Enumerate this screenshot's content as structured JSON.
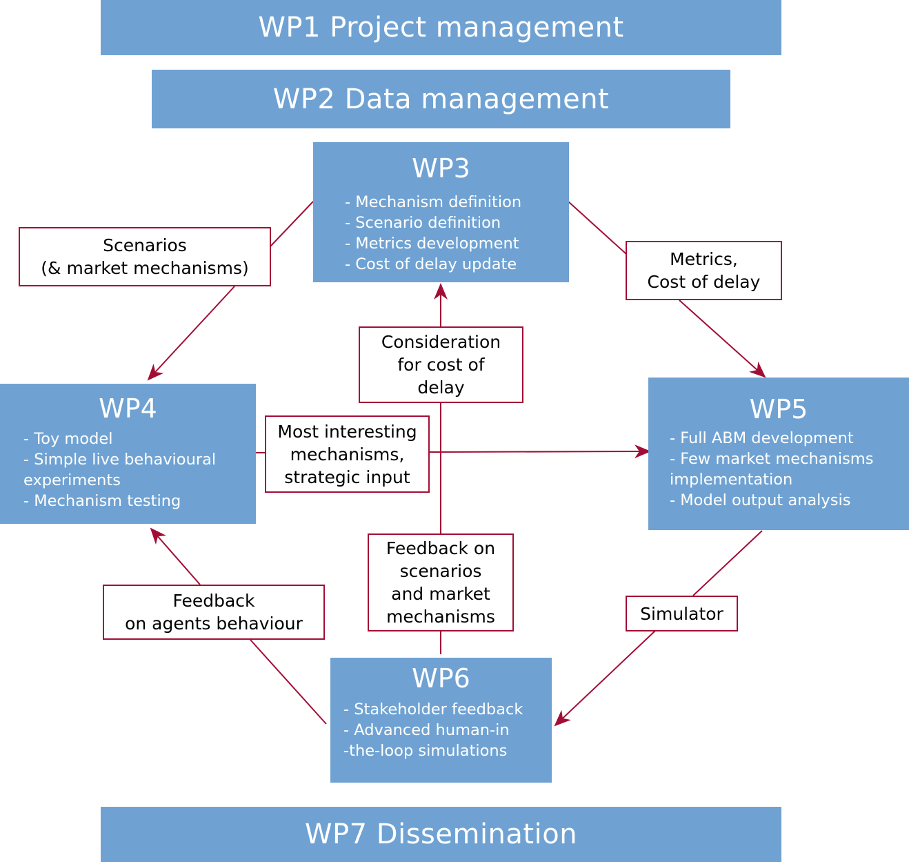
{
  "colors": {
    "box_fill": "#6fa2d2",
    "box_text": "#ffffff",
    "connector": "#a30d35",
    "label_text": "#000000"
  },
  "wp1": {
    "title": "WP1 Project management"
  },
  "wp2": {
    "title": "WP2 Data management"
  },
  "wp3": {
    "title": "WP3",
    "items": [
      "- Mechanism definition",
      "- Scenario definition",
      "- Metrics development",
      "- Cost of delay update"
    ]
  },
  "wp4": {
    "title": "WP4",
    "items": [
      "- Toy model",
      "- Simple live behavioural",
      "experiments",
      "- Mechanism testing"
    ]
  },
  "wp5": {
    "title": "WP5",
    "items": [
      "- Full ABM development",
      "- Few market mechanisms",
      "implementation",
      "- Model output analysis"
    ]
  },
  "wp6": {
    "title": "WP6",
    "items": [
      "- Stakeholder feedback",
      "- Advanced human-in",
      "-the-loop simulations"
    ]
  },
  "wp7": {
    "title": "WP7 Dissemination"
  },
  "labels": {
    "scenarios": [
      "Scenarios",
      "(& market mechanisms)"
    ],
    "metrics": [
      "Metrics,",
      "Cost of delay"
    ],
    "consideration": [
      "Consideration",
      "for cost of",
      "delay"
    ],
    "most_interesting": [
      "Most interesting",
      "mechanisms,",
      "strategic input"
    ],
    "feedback_scenarios": [
      "Feedback on",
      "scenarios",
      "and market",
      "mechanisms"
    ],
    "feedback_agents": [
      "Feedback",
      "on agents behaviour"
    ],
    "simulator": [
      "Simulator"
    ]
  }
}
